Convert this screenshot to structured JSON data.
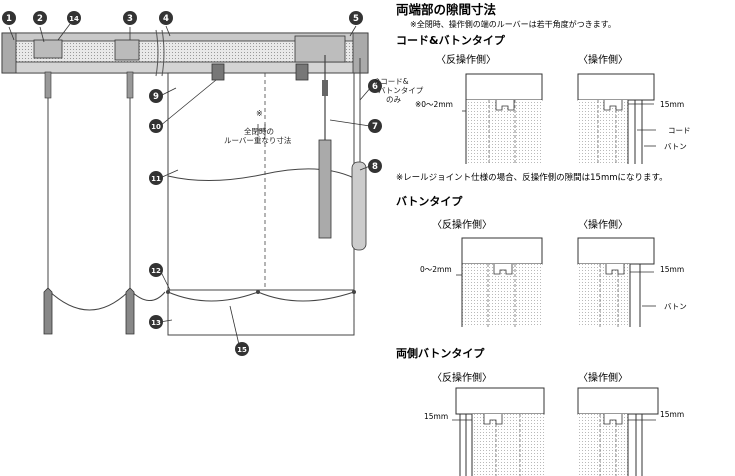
{
  "main_title": "両端部の隙間寸法",
  "main_note": "※全閉時、操作側の端のルーバーは若干角度がつきます。",
  "section_cord_baton": {
    "title": "コード&バトンタイプ",
    "left_heading": "〈反操作側〉",
    "right_heading": "〈操作側〉",
    "dim_left": "※0〜2mm",
    "dim_right": "15mm",
    "label_cord": "コード",
    "label_baton": "バトン"
  },
  "rail_joint_note": "※レールジョイント仕様の場合、反操作側の隙間は15mmになります。",
  "section_baton": {
    "title": "バトンタイプ",
    "left_heading": "〈反操作側〉",
    "right_heading": "〈操作側〉",
    "dim_left": "0〜2mm",
    "dim_right": "15mm",
    "label_baton": "バトン"
  },
  "section_both_baton": {
    "title": "両側バトンタイプ",
    "left_heading": "〈反操作側〉",
    "right_heading": "〈操作側〉",
    "dim_left": "15mm",
    "dim_right": "15mm"
  },
  "figure": {
    "callouts": [
      "1",
      "2",
      "3",
      "4",
      "5",
      "6",
      "7",
      "8",
      "9",
      "10",
      "11",
      "12",
      "13",
      "14",
      "15"
    ],
    "note_cord_baton_only": [
      "※コード&",
      "バトンタイプ",
      "のみ"
    ],
    "note_overlap_mark": "※",
    "note_overlap": [
      "全閉時の",
      "ルーバー重なり寸法"
    ]
  }
}
